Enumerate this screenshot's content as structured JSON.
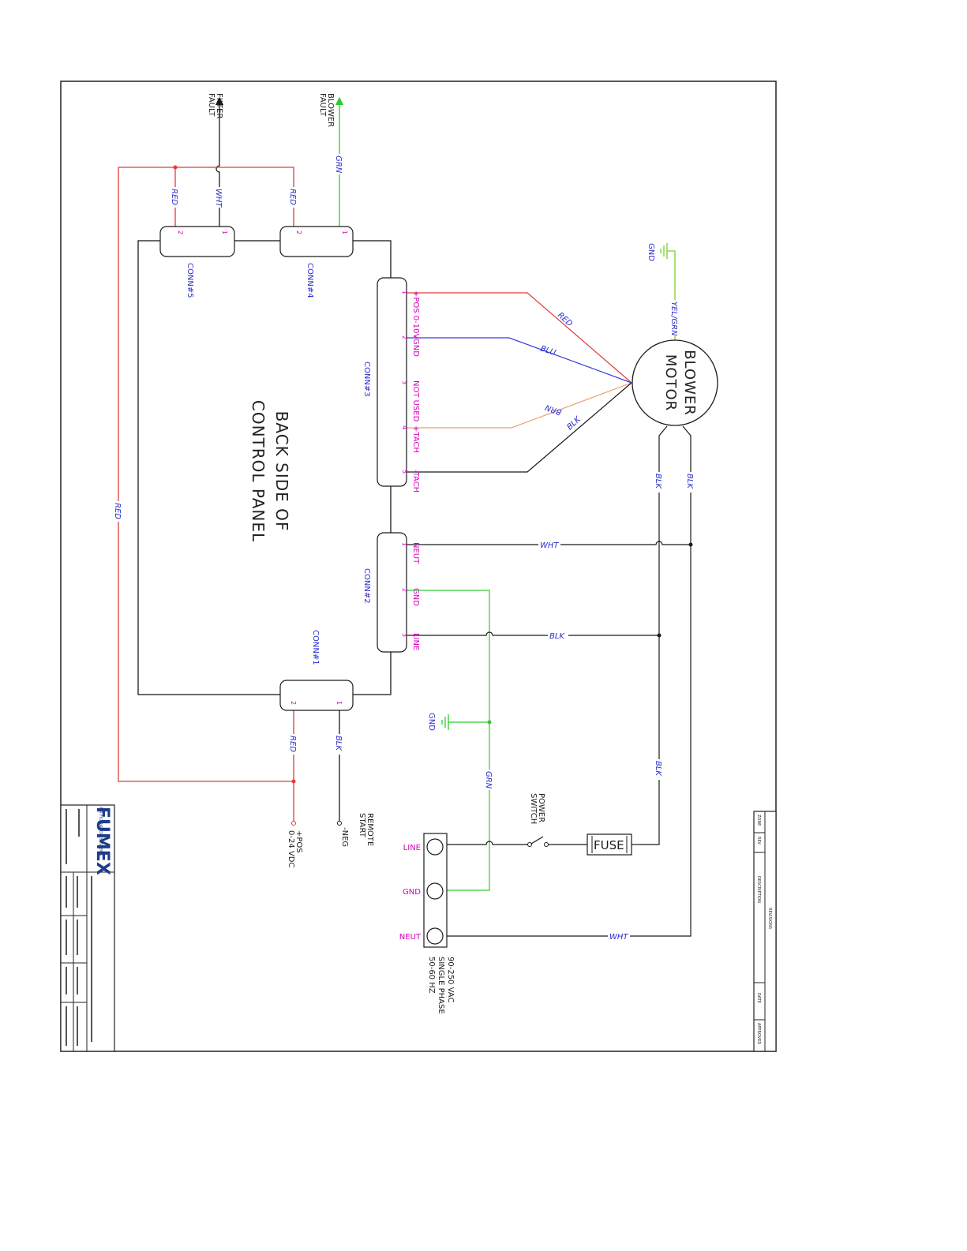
{
  "panel": {
    "line1": "BACK SIDE OF",
    "line2": "CONTROL PANEL"
  },
  "blower": {
    "line1": "BLOWER",
    "line2": "MOTOR"
  },
  "connectors": {
    "conn1": {
      "label": "CONN#1",
      "pins": [
        "1",
        "2"
      ]
    },
    "conn2": {
      "label": "CONN#2",
      "pins": [
        "1",
        "2",
        "3"
      ],
      "pin_names": [
        "NEUT",
        "GND",
        "LINE"
      ]
    },
    "conn3": {
      "label": "CONN#3",
      "pins": [
        "1",
        "2",
        "3",
        "4",
        "5"
      ],
      "pin_names": [
        "+POS 0-10V",
        "-GND",
        "NOT USED",
        "+TACH",
        "-TACH"
      ]
    },
    "conn4": {
      "label": "CONN#4",
      "pins": [
        "2",
        "1"
      ]
    },
    "conn5": {
      "label": "CONN#5",
      "pins": [
        "2",
        "1"
      ]
    }
  },
  "signals": {
    "filter_fault": [
      "FILTER",
      "FAULT"
    ],
    "blower_fault": [
      "BLOWER",
      "FAULT"
    ],
    "remote_start": [
      "REMOTE",
      "START"
    ],
    "neg": "-NEG",
    "pos": [
      "+POS",
      "0-24 VDC"
    ]
  },
  "wires": {
    "grn": "GRN",
    "wht": "WHT",
    "red": "RED",
    "blu": "BLU",
    "brn": "BRN",
    "blk": "BLK",
    "yel_grn": "YEL/GRN"
  },
  "ground": "GND",
  "power_switch": [
    "POWER",
    "SWITCH"
  ],
  "fuse": "FUSE",
  "terminal": {
    "line": "LINE",
    "gnd": "GND",
    "neut": "NEUT"
  },
  "supply": [
    "90-250 VAC",
    "SINGLE PHASE",
    "50-60 HZ"
  ],
  "colors": {
    "red": "#e23a3a",
    "green": "#2dcc2d",
    "blue": "#3b3bdd",
    "brown": "#e8a070",
    "black": "#1a1a1a",
    "gray": "#888888",
    "yel_green": "#7ad12a",
    "label_blue": "#2a2acc",
    "pin_pink": "#d600b8"
  },
  "title_block": {
    "logo": "FUMEX",
    "logo_sub": "AIR FILTRATION SYSTEMS"
  },
  "revision_block": {
    "headers": [
      "ZONE",
      "REV",
      "DESCRIPTION",
      "DATE",
      "APPROVED"
    ],
    "title": "REVISIONS"
  }
}
